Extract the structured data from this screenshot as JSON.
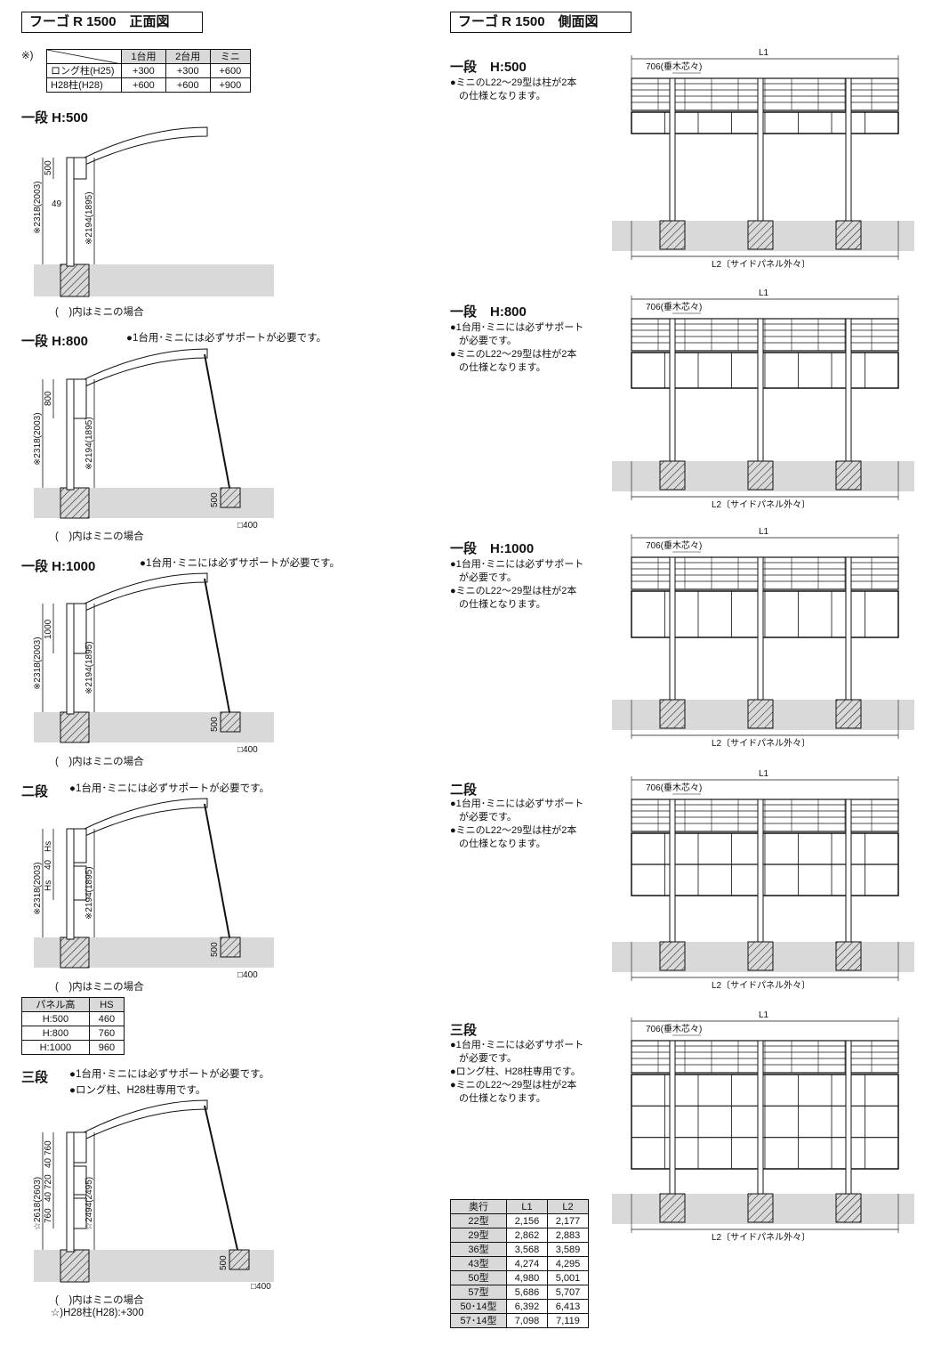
{
  "front": {
    "title": "フーゴ R 1500　正面図",
    "asterisk": "※)",
    "offset_table": {
      "columns": [
        "1台用",
        "2台用",
        "ミニ"
      ],
      "rows": [
        {
          "label": "ロング柱(H25)",
          "values": [
            "+300",
            "+300",
            "+600"
          ]
        },
        {
          "label": "H28柱(H28)",
          "values": [
            "+600",
            "+600",
            "+900"
          ]
        }
      ]
    },
    "sections": [
      {
        "title": "一段 H:500",
        "note": "",
        "h_dim": "500",
        "total_dim": "※2318(2003)",
        "inner_dim": "※2194(1895)",
        "post_dim": "49",
        "caption": "(　)内はミニの場合"
      },
      {
        "title": "一段 H:800",
        "note": "●1台用･ミニには必ずサポートが必要です。",
        "h_dim": "800",
        "total_dim": "※2318(2003)",
        "inner_dim": "※2194(1895)",
        "support_depth": "500",
        "support_size": "□400",
        "caption": "(　)内はミニの場合"
      },
      {
        "title": "一段 H:1000",
        "note": "●1台用･ミニには必ずサポートが必要です。",
        "h_dim": "1000",
        "total_dim": "※2318(2003)",
        "inner_dim": "※2194(1895)",
        "support_depth": "500",
        "support_size": "□400",
        "caption": "(　)内はミニの場合"
      },
      {
        "title": "二段",
        "note": "●1台用･ミニには必ずサポートが必要です。",
        "h_dim_top": "Hs",
        "h_dim_mid": "40",
        "h_dim_bot": "Hs",
        "total_dim": "※2318(2003)",
        "inner_dim": "※2194(1895)",
        "support_depth": "500",
        "support_size": "□400",
        "caption": "(　)内はミニの場合"
      },
      {
        "title": "三段",
        "note": "●1台用･ミニには必ずサポートが必要です。",
        "note2": "●ロング柱、H28柱専用です。",
        "h_dims": [
          "760",
          "40",
          "720",
          "40",
          "760"
        ],
        "total_dim": "☆2618(2603)",
        "inner_dim": "☆2494(2495)",
        "support_depth": "500",
        "support_size": "□400",
        "caption": "(　)内はミニの場合",
        "caption2": "☆)H28柱(H28):+300"
      }
    ],
    "panel_table": {
      "columns": [
        "パネル高",
        "HS"
      ],
      "rows": [
        [
          "H:500",
          "460"
        ],
        [
          "H:800",
          "760"
        ],
        [
          "H:1000",
          "960"
        ]
      ]
    }
  },
  "side": {
    "title": "フーゴ R 1500　側面図",
    "l1_label": "L1",
    "l2_label": "L2〔サイドパネル外々〕",
    "rafter_label": "706(垂木芯々)",
    "sections": [
      {
        "title": "一段　H:500",
        "notes": [
          "●ミニのL22～29型は柱が2本",
          "の仕様となります。"
        ]
      },
      {
        "title": "一段　H:800",
        "notes": [
          "●1台用･ミニには必ずサポート",
          "が必要です。",
          "●ミニのL22～29型は柱が2本",
          "の仕様となります。"
        ]
      },
      {
        "title": "一段　H:1000",
        "notes": [
          "●1台用･ミニには必ずサポート",
          "が必要です。",
          "●ミニのL22～29型は柱が2本",
          "の仕様となります。"
        ]
      },
      {
        "title": "二段",
        "notes": [
          "●1台用･ミニには必ずサポート",
          "が必要です。",
          "●ミニのL22～29型は柱が2本",
          "の仕様となります。"
        ]
      },
      {
        "title": "三段",
        "notes": [
          "●1台用･ミニには必ずサポート",
          "が必要です。",
          "●ロング柱、H28柱専用です。",
          "●ミニのL22～29型は柱が2本",
          "の仕様となります。"
        ]
      }
    ],
    "depth_table": {
      "columns": [
        "奥行",
        "L1",
        "L2"
      ],
      "rows": [
        [
          "22型",
          "2,156",
          "2,177"
        ],
        [
          "29型",
          "2,862",
          "2,883"
        ],
        [
          "36型",
          "3,568",
          "3,589"
        ],
        [
          "43型",
          "4,274",
          "4,295"
        ],
        [
          "50型",
          "4,980",
          "5,001"
        ],
        [
          "57型",
          "5,686",
          "5,707"
        ],
        [
          "50･14型",
          "6,392",
          "6,413"
        ],
        [
          "57･14型",
          "7,098",
          "7,119"
        ]
      ]
    }
  }
}
